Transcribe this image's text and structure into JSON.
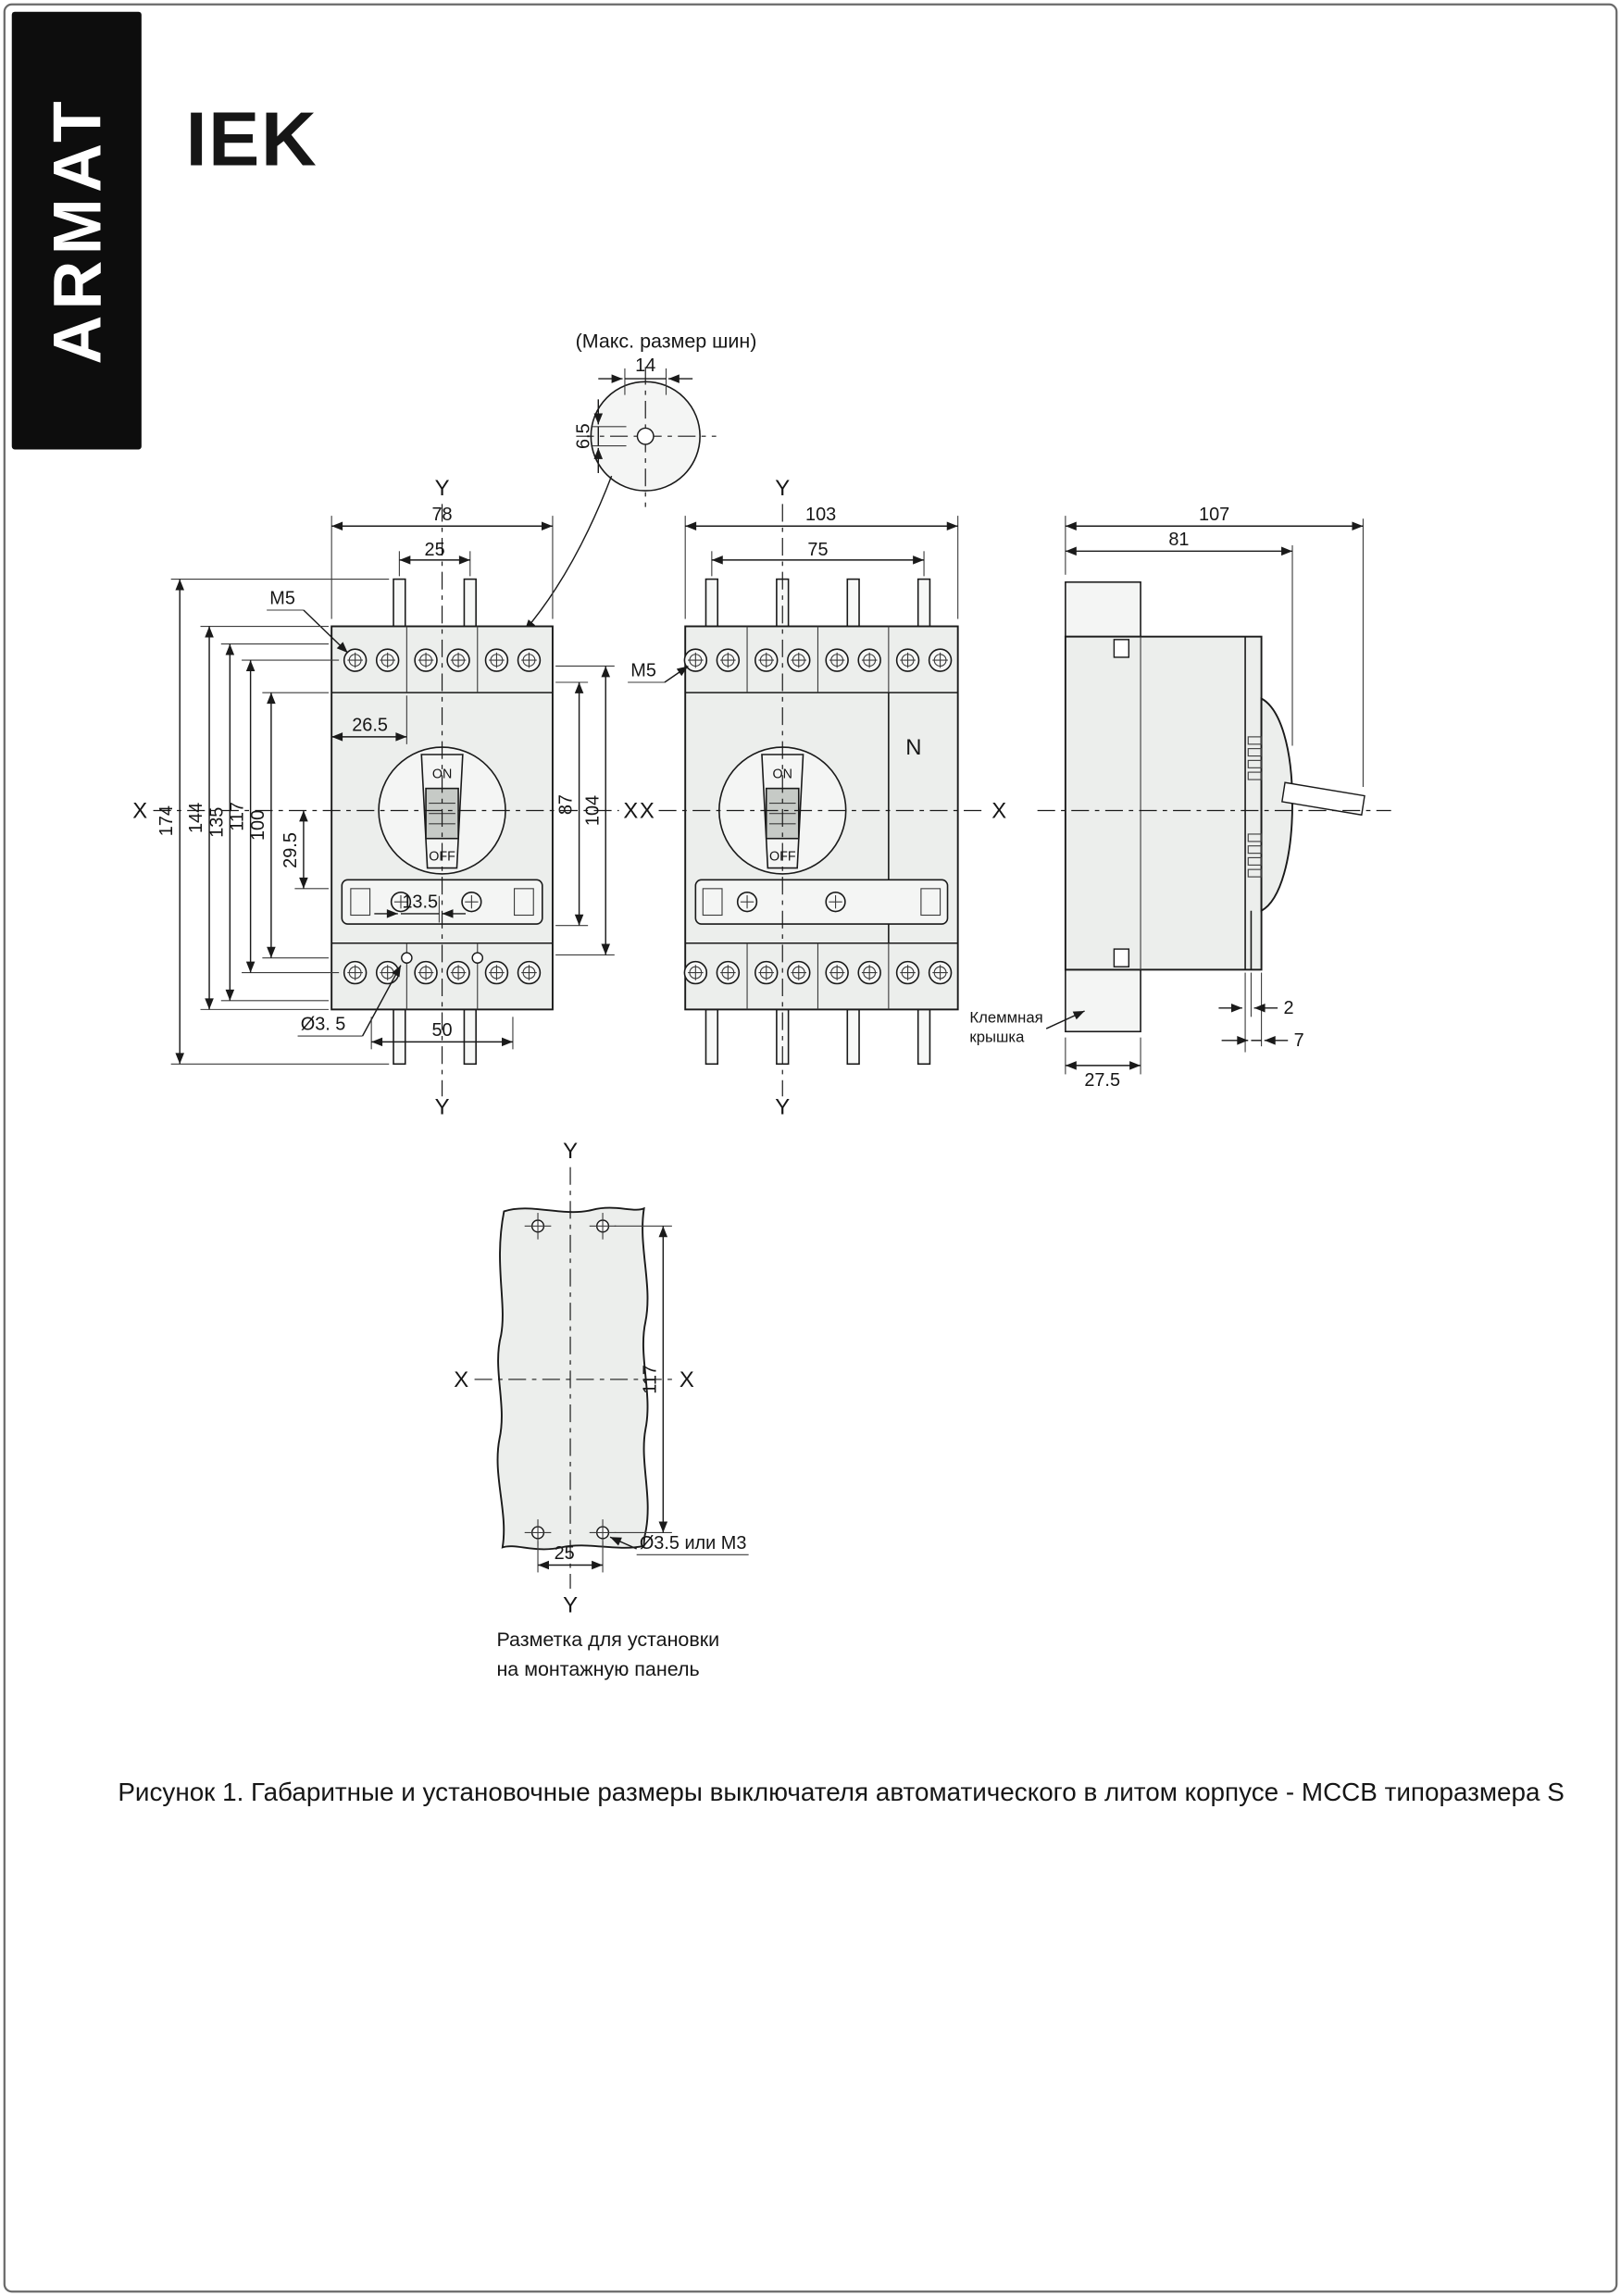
{
  "page": {
    "brand": "ARMAT",
    "logo": "IEK",
    "figure_caption": "Рисунок 1. Габаритные и установочные размеры выключателя автоматического в литом корпусе - MCCB типоразмера S"
  },
  "axes": {
    "x": "X",
    "y": "Y"
  },
  "detail_view": {
    "title": "(Макс. размер шин)",
    "dim_width": "14",
    "dim_height": "6.5"
  },
  "front_view_3p": {
    "dim_width_total": "78",
    "dim_pole_pitch": "25",
    "thread_label": "M5",
    "dim_26_5": "26.5",
    "dim_height_total": "174",
    "dim_144": "144",
    "dim_135": "135",
    "dim_117": "117",
    "dim_100": "100",
    "dim_29_5": "29.5",
    "dim_13_5": "13.5",
    "hole_label": "Ø3. 5",
    "dim_50": "50",
    "dim_87": "87",
    "dim_104": "104",
    "toggle_on": "ON",
    "toggle_off": "OFF"
  },
  "front_view_4p": {
    "dim_width_total": "103",
    "dim_pole_span": "75",
    "thread_label": "M5",
    "neutral_label": "N",
    "toggle_on": "ON",
    "toggle_off": "OFF"
  },
  "side_view": {
    "dim_width_total": "107",
    "dim_width_body": "81",
    "dim_2": "2",
    "dim_7": "7",
    "dim_27_5": "27.5",
    "terminal_cover_line1": "Клеммная",
    "terminal_cover_line2": "крышка"
  },
  "mount_template": {
    "dim_117": "117",
    "dim_25": "25",
    "hole_label": "Ø3.5 или M3",
    "caption_line1": "Разметка для установки",
    "caption_line2": "на монтажную панель"
  }
}
